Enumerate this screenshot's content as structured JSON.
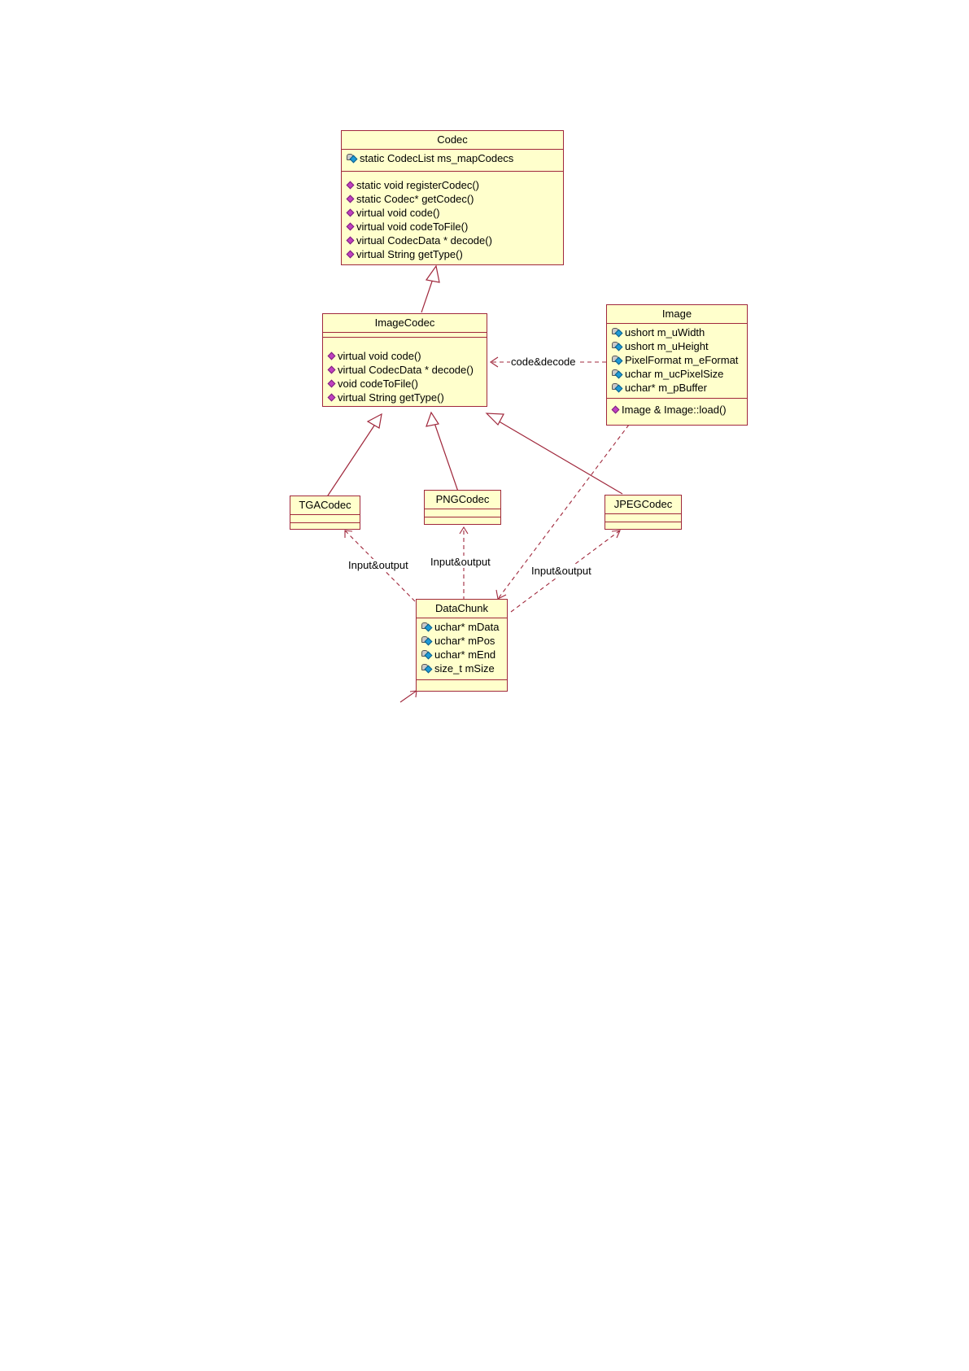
{
  "colors": {
    "class_fill": "#ffffcc",
    "class_border": "#a0283c",
    "link": "#a0283c",
    "attr_icon": "#1f9bd6",
    "op_icon": "#c040c0"
  },
  "classes": {
    "codec": {
      "name": "Codec",
      "attributes": [
        "static CodecList ms_mapCodecs"
      ],
      "operations": [
        "static void registerCodec()",
        "static Codec* getCodec()",
        "virtual void code()",
        "virtual void codeToFile()",
        "virtual CodecData * decode()",
        "virtual String getType()"
      ]
    },
    "image_codec": {
      "name": "ImageCodec",
      "attributes": [],
      "operations": [
        "virtual void code()",
        "virtual CodecData * decode()",
        "void codeToFile()",
        "virtual String getType()"
      ]
    },
    "image": {
      "name": "Image",
      "attributes": [
        "ushort m_uWidth",
        "ushort m_uHeight",
        "PixelFormat m_eFormat",
        "uchar m_ucPixelSize",
        "uchar* m_pBuffer"
      ],
      "operations": [
        "Image & Image::load()"
      ]
    },
    "tga_codec": {
      "name": "TGACodec",
      "attributes": [],
      "operations": []
    },
    "png_codec": {
      "name": "PNGCodec",
      "attributes": [],
      "operations": []
    },
    "jpeg_codec": {
      "name": "JPEGCodec",
      "attributes": [],
      "operations": []
    },
    "data_chunk": {
      "name": "DataChunk",
      "attributes": [
        "uchar* mData",
        "uchar* mPos",
        "uchar* mEnd",
        "size_t mSize"
      ],
      "operations": []
    }
  },
  "relations": {
    "codec_decode_label": "code&decode",
    "tga_io_label": "Input&output",
    "png_io_label": "Input&output",
    "jpeg_io_label": "Input&output"
  }
}
